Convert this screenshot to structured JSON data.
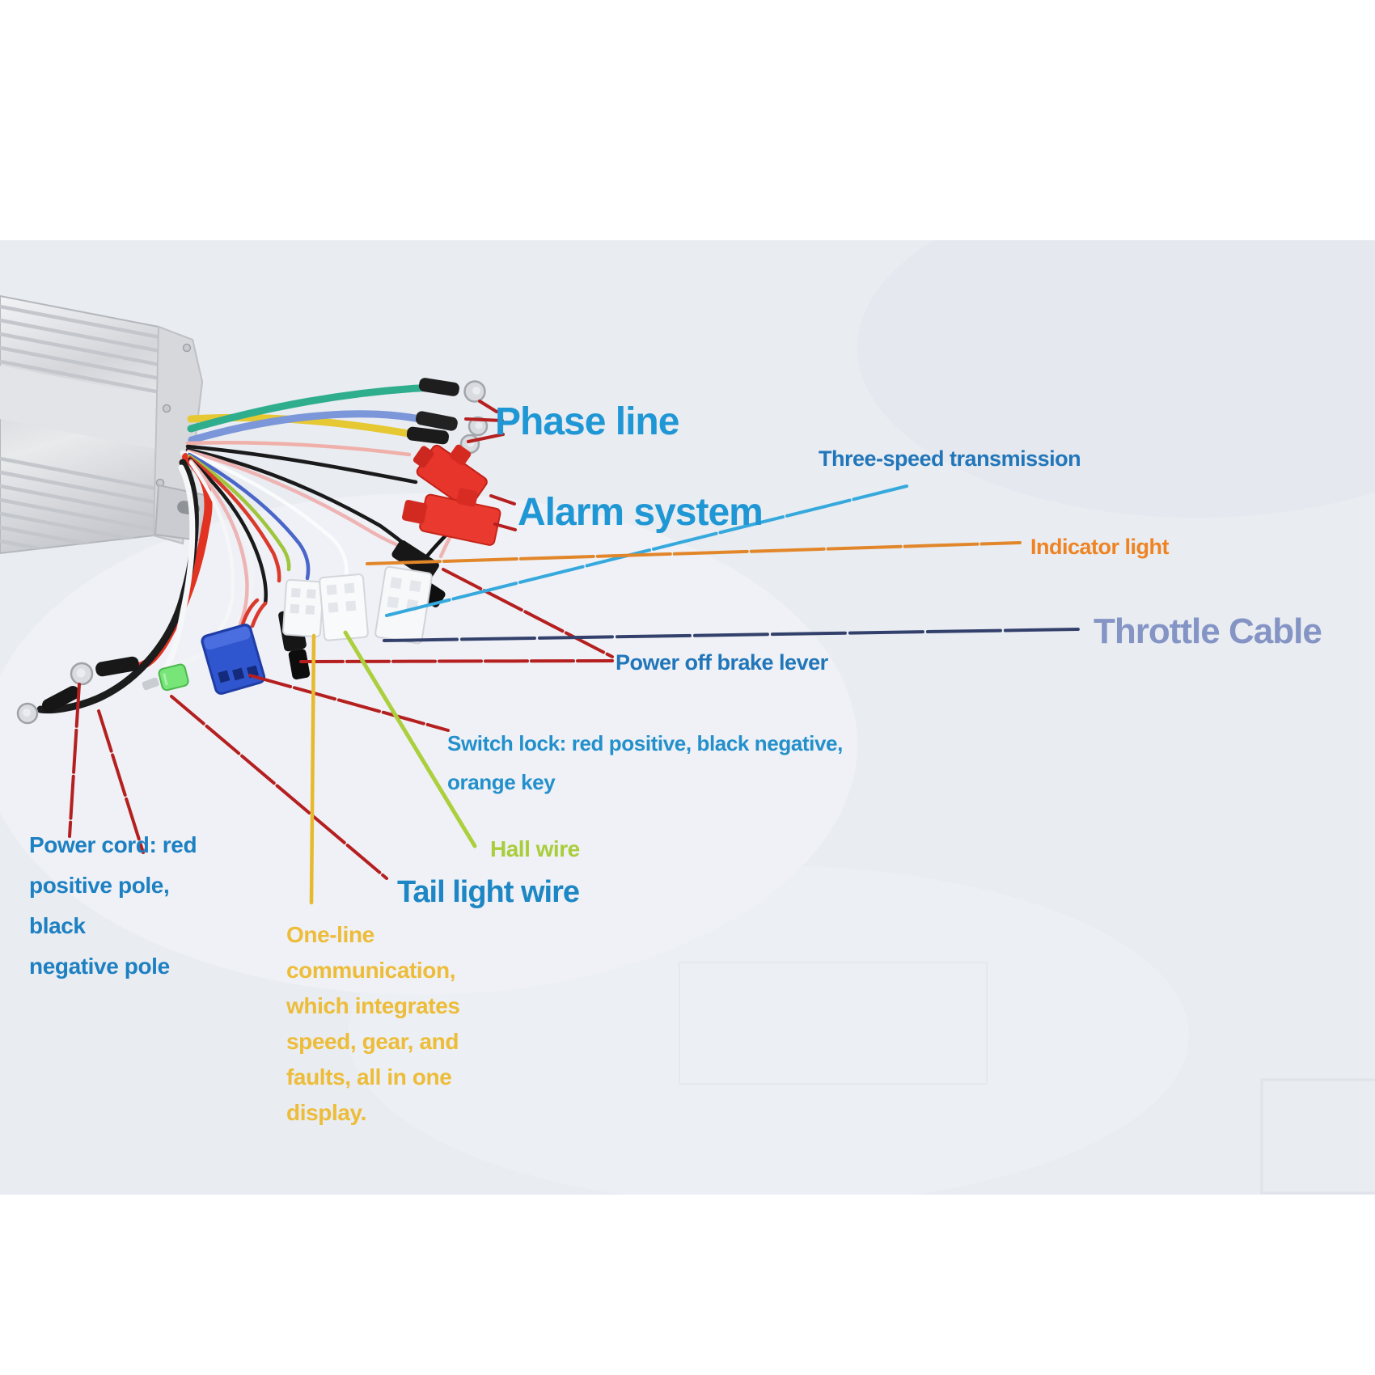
{
  "image": {
    "type": "annotated-product-photo",
    "subject": "Brushless motor speed controller with wiring harness and labeled cables",
    "background_page": "#ffffff",
    "background_photo": "#e9ecf1"
  },
  "labels": {
    "phase_line": {
      "text": "Phase line",
      "color": "#2097d5"
    },
    "alarm_system": {
      "text": "Alarm system",
      "color": "#2097d5"
    },
    "three_speed": {
      "text": "Three-speed transmission",
      "color": "#2176ba"
    },
    "indicator_light": {
      "text": "Indicator light",
      "color": "#ef8322"
    },
    "throttle_cable": {
      "text": "Throttle Cable",
      "color": "#8494c4"
    },
    "power_off_brake": {
      "text": "Power off brake lever",
      "color": "#2176ba"
    },
    "switch_lock": {
      "text": "Switch lock: red positive, black negative,\norange key",
      "color": "#2390cc"
    },
    "hall_wire": {
      "text": "Hall wire",
      "color": "#a9cd3b"
    },
    "tail_light": {
      "text": "Tail light wire",
      "color": "#1d86c4"
    },
    "power_cord": {
      "text": "Power cord: red\npositive pole, black\nnegative pole",
      "color": "#1d80c2"
    },
    "one_line": {
      "text": "One-line\ncommunication,\nwhich integrates\nspeed, gear, and\nfaults, all in one\ndisplay.",
      "color": "#edbc38"
    }
  },
  "annotation_line_colors": {
    "red_pointer": "#b51f1f",
    "cyan_three_speed": "#35a9dd",
    "orange_indicator": "#e2862a",
    "navy_throttle": "#33406b",
    "yellow_one_line": "#e6b92e",
    "green_hall": "#accf3d"
  },
  "components": [
    {
      "name": "controller-box",
      "color": "#d7d8db"
    },
    {
      "name": "phase-ring-terminals",
      "wire_colors": [
        "#2fae8e",
        "#7b97d9",
        "#e6c832"
      ]
    },
    {
      "name": "alarm-connectors",
      "color": "#e8352c"
    },
    {
      "name": "white-multi-pin-connectors",
      "color": "#f8f9fa"
    },
    {
      "name": "black-sm-connectors",
      "color": "#161616"
    },
    {
      "name": "blue-connector",
      "color": "#3056cf"
    },
    {
      "name": "green-connector",
      "color": "#77e577"
    },
    {
      "name": "power-ring-terminals",
      "wire_colors": [
        "#e23222",
        "#1c1c1c"
      ]
    }
  ]
}
